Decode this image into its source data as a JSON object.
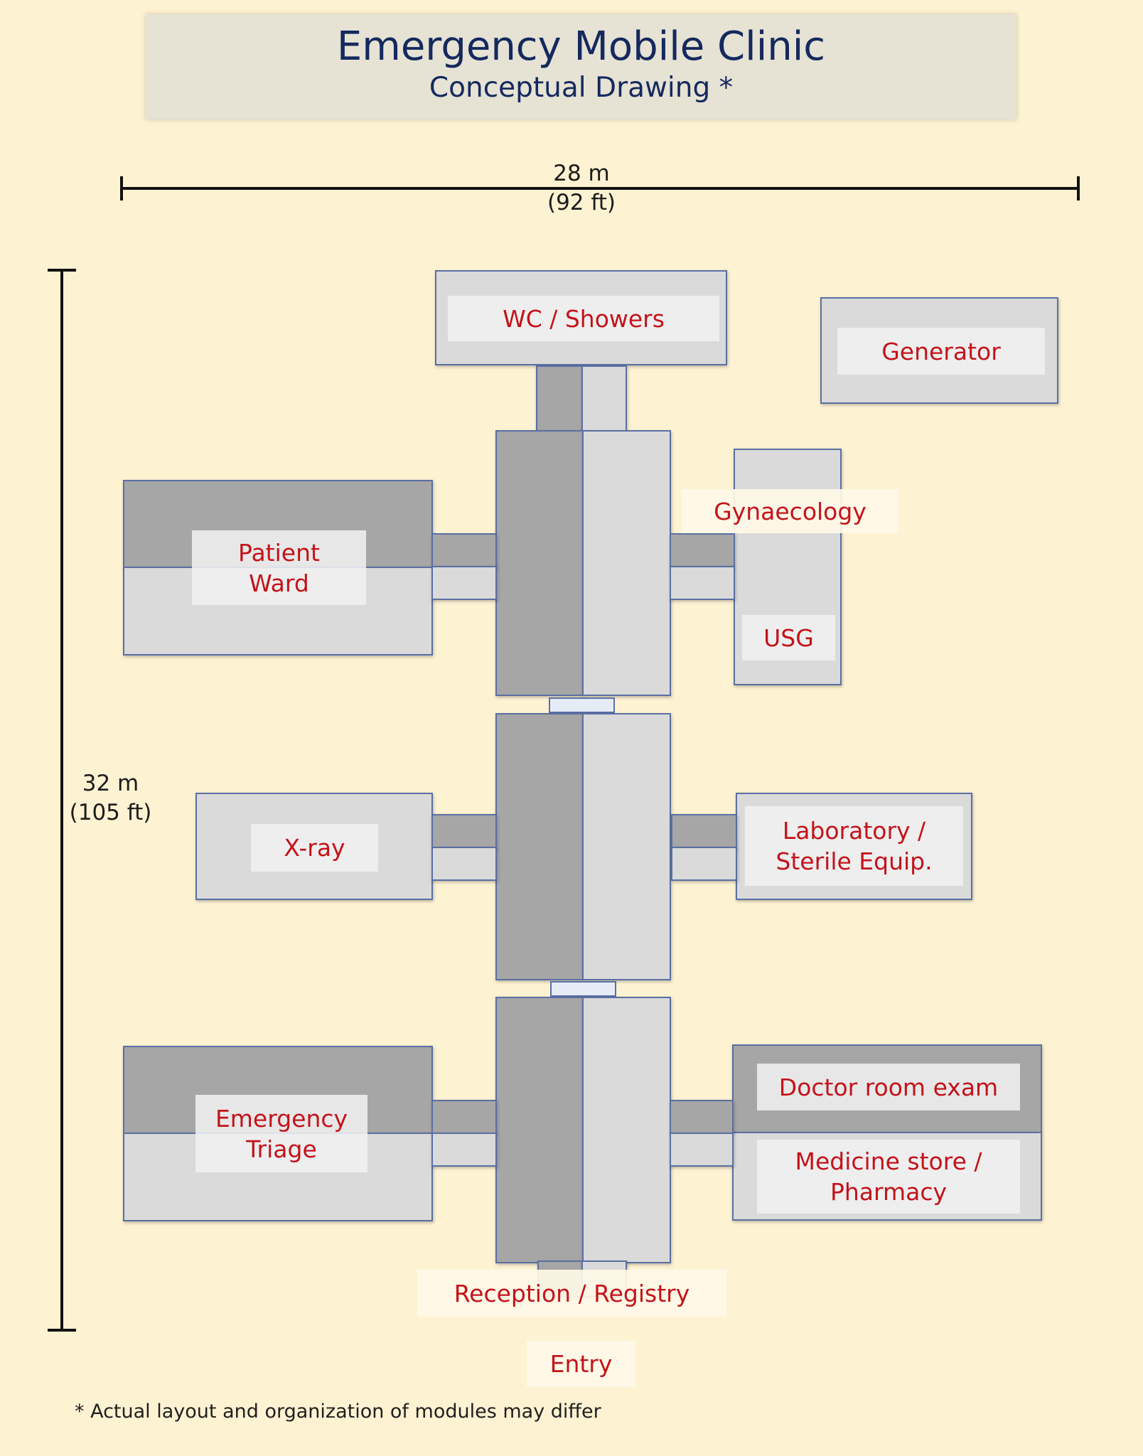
{
  "title": "Emergency Mobile Clinic",
  "subtitle": "Conceptual Drawing *",
  "dimensions": {
    "width_m": "28 m",
    "width_ft": "(92 ft)",
    "height_m": "32 m",
    "height_ft": "(105 ft)"
  },
  "modules": {
    "wc_showers": "WC / Showers",
    "generator": "Generator",
    "gynaecology": "Gynaecology",
    "usg": "USG",
    "patient_ward": "Patient\nWard",
    "xray": "X-ray",
    "laboratory": "Laboratory /\nSterile Equip.",
    "emergency_triage": "Emergency\nTriage",
    "doctor_room": "Doctor room exam",
    "medicine_store": "Medicine store /\nPharmacy",
    "reception": "Reception / Registry",
    "entry": "Entry"
  },
  "footnote": "* Actual layout and organization of modules may differ",
  "colors": {
    "background": "#fdf2d2",
    "title_text": "#14295e",
    "label_text": "#c4131a",
    "module_light": "#dadada",
    "module_dark": "#a6a6a6",
    "module_border": "#5a6fa3"
  }
}
